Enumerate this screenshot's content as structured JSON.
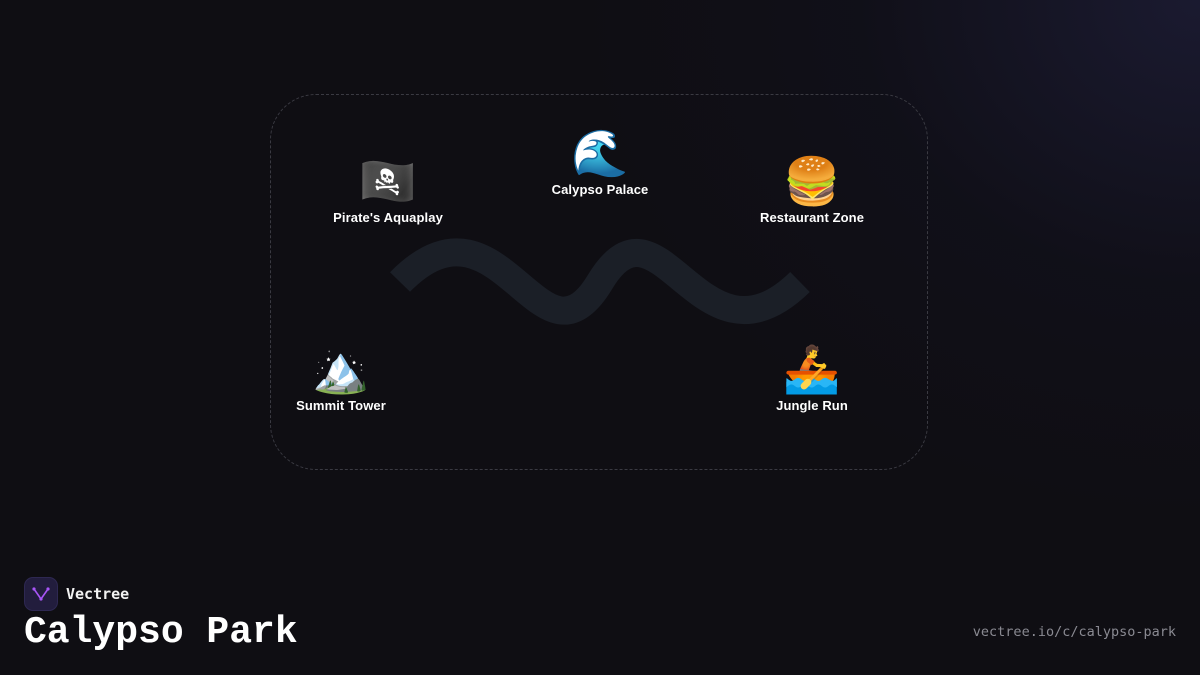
{
  "brand": {
    "name": "Vectree",
    "logo_icon": "vectree-logo-icon",
    "logo_color": "#a855f7"
  },
  "page": {
    "title": "Calypso Park",
    "url": "vectree.io/c/calypso-park"
  },
  "map": {
    "border_color": "#3a3a42",
    "path_color": "#1b1f27",
    "attractions": [
      {
        "id": "calypso-palace",
        "label": "Calypso Palace",
        "icon": "wave-icon",
        "glyph": "🌊"
      },
      {
        "id": "pirates-aquaplay",
        "label": "Pirate's Aquaplay",
        "icon": "pirate-flag-icon",
        "glyph": "🏴‍☠️"
      },
      {
        "id": "restaurant-zone",
        "label": "Restaurant Zone",
        "icon": "burger-icon",
        "glyph": "🍔"
      },
      {
        "id": "summit-tower",
        "label": "Summit Tower",
        "icon": "mountain-icon",
        "glyph": "🏔️"
      },
      {
        "id": "jungle-run",
        "label": "Jungle Run",
        "icon": "rowboat-icon",
        "glyph": "🚣"
      }
    ]
  }
}
